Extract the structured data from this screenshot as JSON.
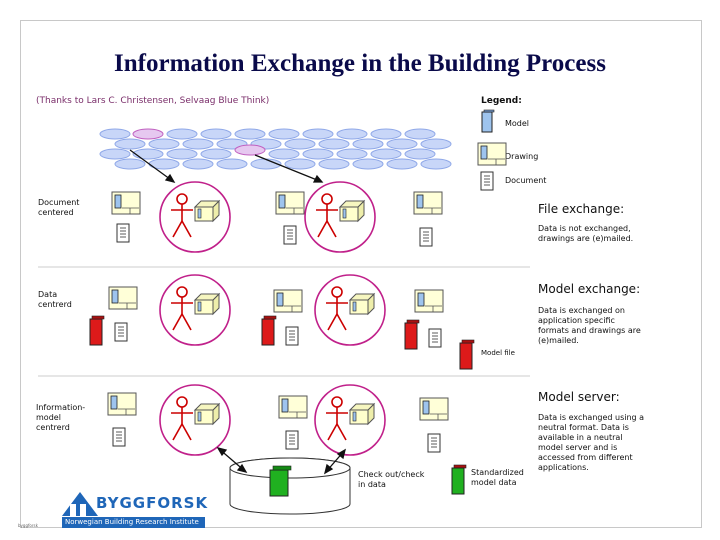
{
  "title": "Information Exchange in the Building Process",
  "credit": "(Thanks to Lars C. Christensen, Selvaag Blue Think)",
  "legend": {
    "title": "Legend:",
    "model": "Model",
    "drawing": "Drawing",
    "document": "Document"
  },
  "rows": [
    {
      "left_label": "Document\ncentered",
      "heading": "File exchange:",
      "description": "Data is not exchanged,\ndrawings are (e)mailed."
    },
    {
      "left_label": "Data\ncentrerd",
      "heading": "Model exchange:",
      "description": "Data is exchanged on\napplication specific\nformats and drawings are\n(e)mailed.",
      "model_file_label": "Model file"
    },
    {
      "left_label": "Information-\nmodel\ncentrerd",
      "heading": "Model server:",
      "description": "Data is exchanged using a\nneutral format. Data is\navailable in a neutral\nmodel server and is\naccessed from different\napplications.",
      "checkout_label": "Check out/check\nin data",
      "standardized_label": "Standardized\nmodel data"
    }
  ],
  "logo": {
    "name": "BYGGFORSK",
    "subtitle": "Norwegian Building Research Institute"
  },
  "footer": "byggforsk",
  "colors": {
    "title": "#0a0a4a",
    "circle": "#c0208a",
    "person": "#cc0000",
    "model_red": "#dd1a1a",
    "server_green": "#20b020",
    "logo_blue": "#1f66b8",
    "cloud_blue": "#8fa8e8"
  }
}
